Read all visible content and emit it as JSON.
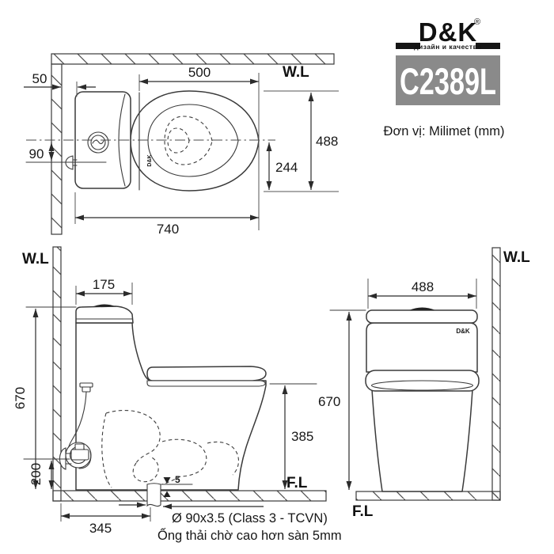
{
  "brand": {
    "name": "D&K",
    "registered": "®",
    "tagline": "дизайн и качество",
    "model": "C2389L",
    "mark": "D&K",
    "unit_note": "Đơn vị: Milimet (mm)"
  },
  "labels": {
    "water_line": "W.L",
    "floor_line": "F.L"
  },
  "dims": {
    "top": {
      "wall_clearance": "50",
      "bowl_length": "500",
      "inlet_offset": "90",
      "seat_half_width": "244",
      "overall_width": "488",
      "overall_depth": "740"
    },
    "side": {
      "tank_depth": "175",
      "overall_height": "670",
      "inlet_height": "200",
      "drain_setout": "345",
      "rim_height": "385",
      "pipe_above_floor": "5"
    },
    "front": {
      "width": "488",
      "height": "670"
    }
  },
  "notes": {
    "drain_spec": "Ø 90x3.5 (Class 3 - TCVN)",
    "drain_note": "Ống thải chờ cao hơn sàn 5mm"
  },
  "colors": {
    "line": "#3a3a3a",
    "dim_text": "#171717",
    "model_box_bg": "#8a8a8a",
    "model_text": "#ffffff",
    "bar": "#151515"
  }
}
